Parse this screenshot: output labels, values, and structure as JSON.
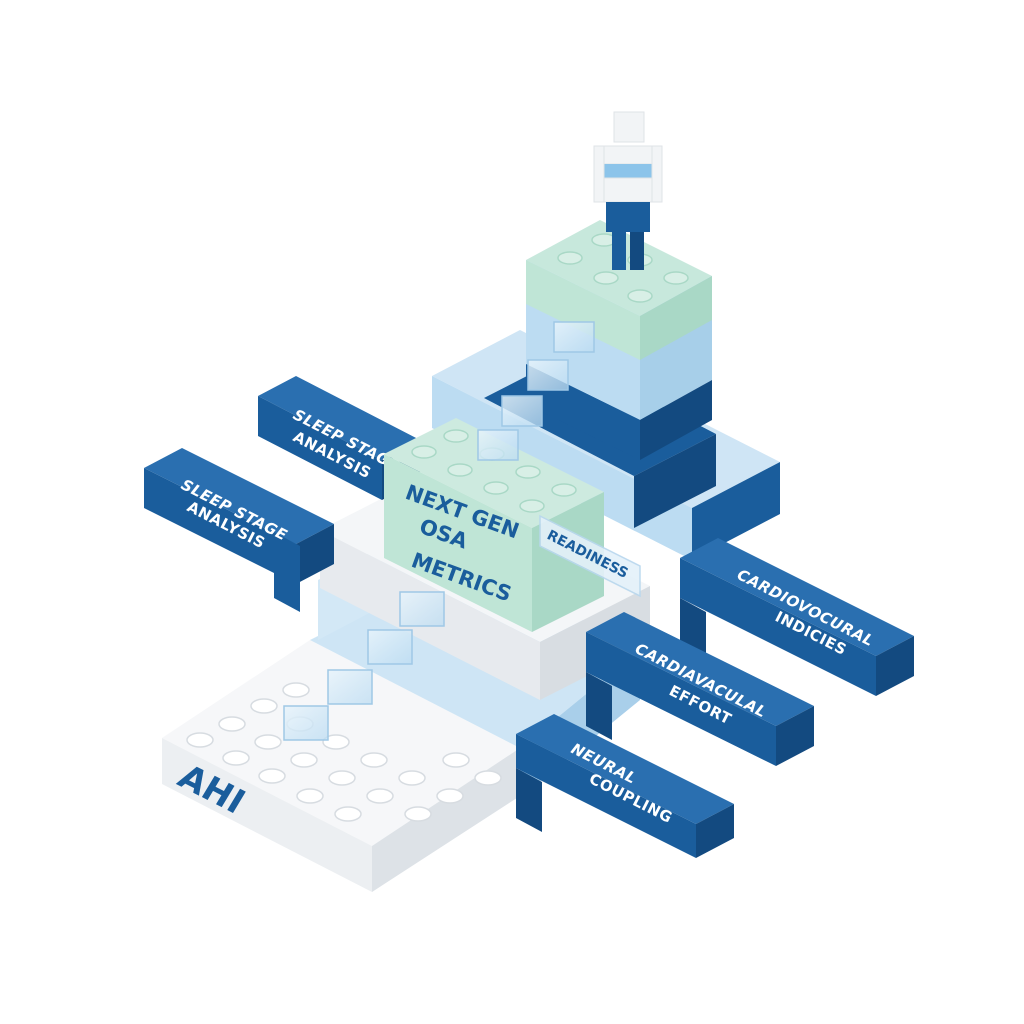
{
  "base_block": {
    "label": "AHI"
  },
  "central_block": {
    "line1": "NEXT GEN",
    "line2": "OSA",
    "line3": "METRICS"
  },
  "readiness_tag": {
    "label": "READINESS"
  },
  "left_beams": [
    {
      "line1": "SLEEP STAGE",
      "line2": "ANALYSIS"
    },
    {
      "line1": "SLEEP STAGE",
      "line2": "ANALYSIS"
    }
  ],
  "right_beams": [
    {
      "line1": "CARDIOVOCURAL",
      "line2": "INDICIES"
    },
    {
      "line1": "CARDIAVACULAL",
      "line2": "EFFORT"
    },
    {
      "line1": "NEURAL",
      "line2": "COUPLING"
    }
  ],
  "colors": {
    "dark_blue": "#1a5d9c",
    "light_blue": "#bcdcf2",
    "mint": "#bfe5d6",
    "white_brick": "#f2f4f6",
    "clear_brick": "#d6ecf8"
  }
}
